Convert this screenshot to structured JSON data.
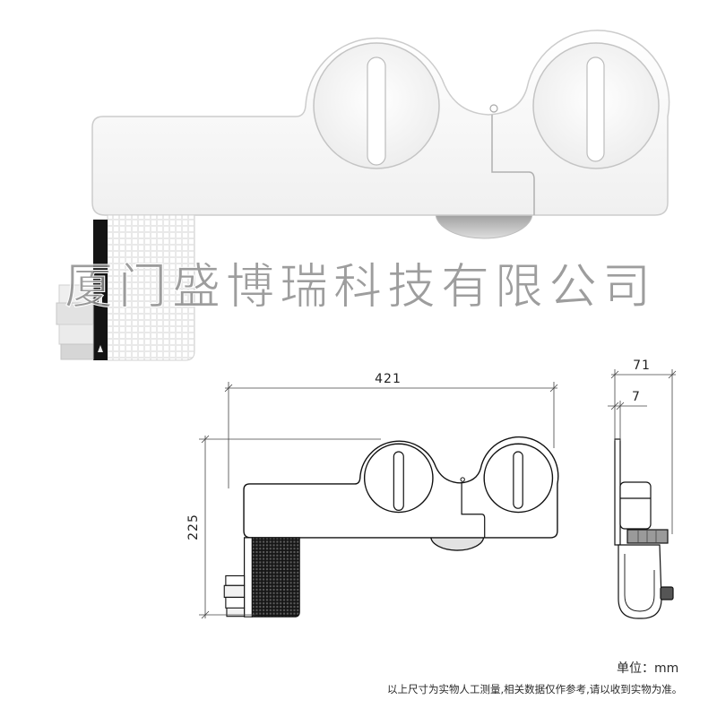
{
  "watermark": "厦门盛博瑞科技有限公司",
  "dimensions": {
    "width_label": "421",
    "height_label": "225",
    "depth_label": "71",
    "plate_label": "7"
  },
  "unit_label": "单位：mm",
  "note": "以上尺寸为实物人工测量,相关数据仅作参考,请以收到实物为准。"
}
